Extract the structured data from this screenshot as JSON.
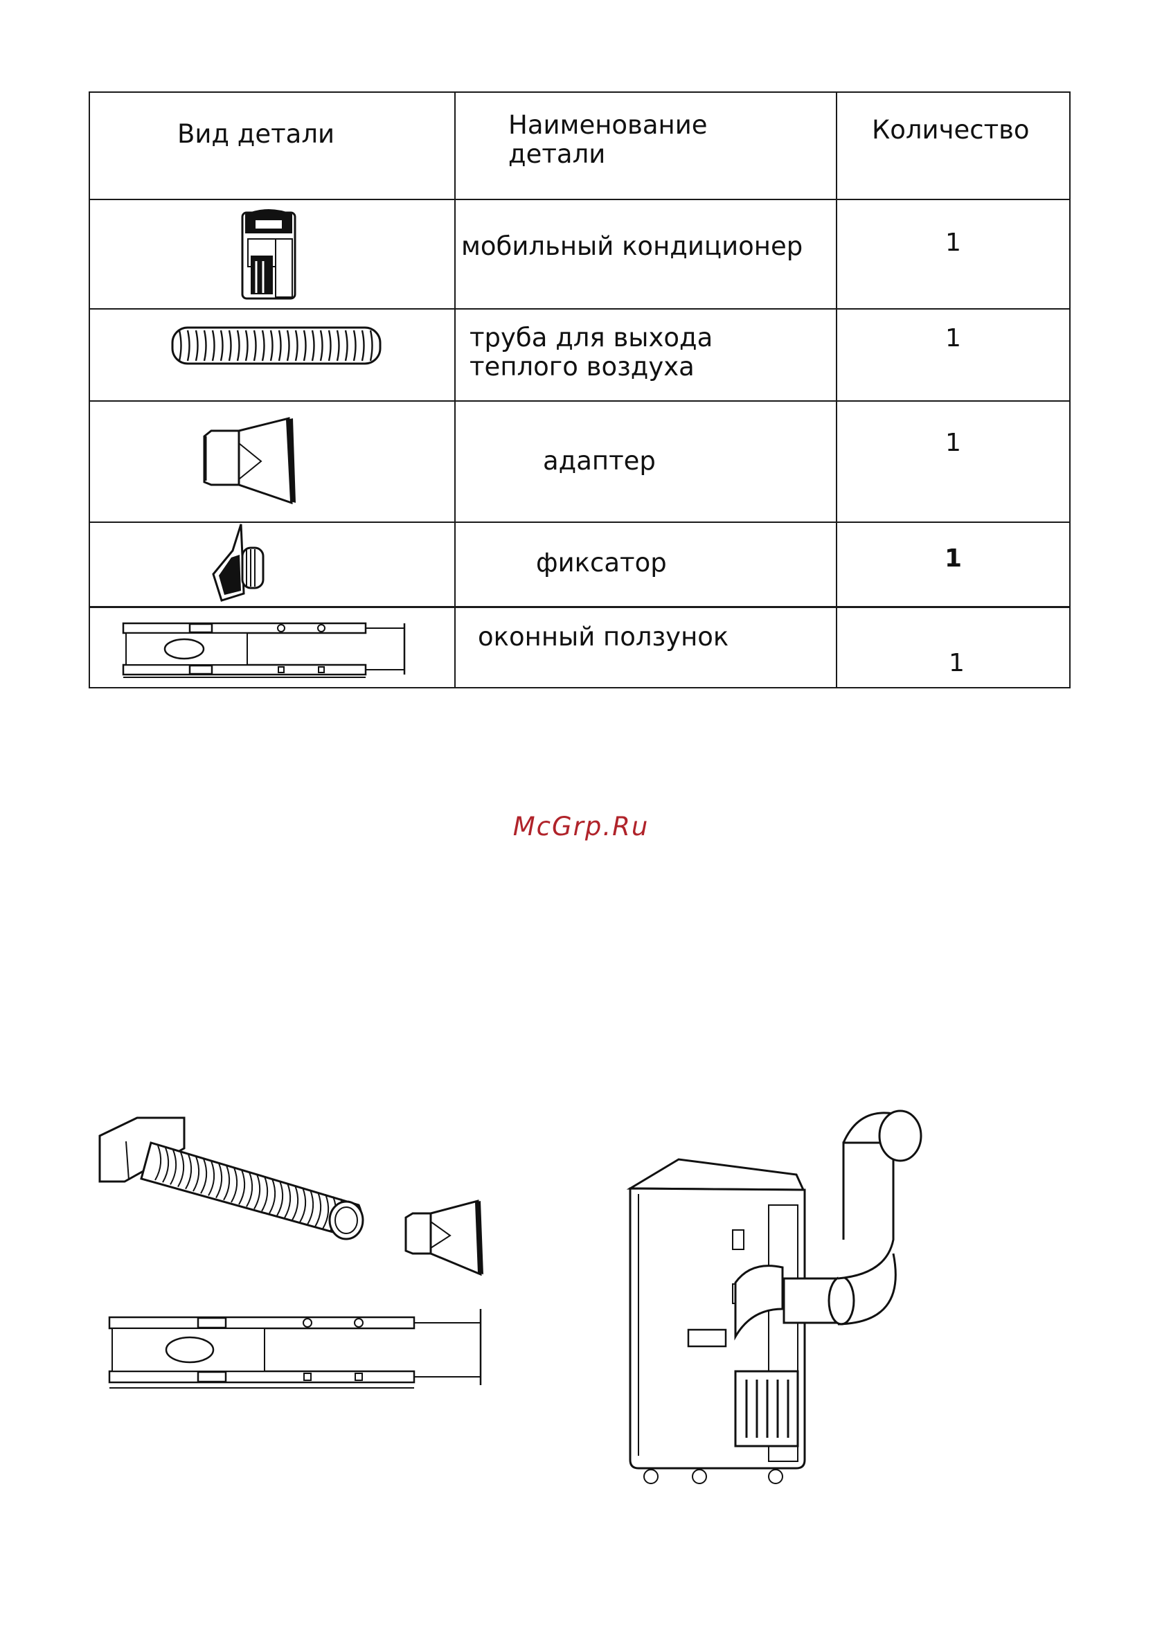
{
  "table": {
    "headers": {
      "image": "Вид детали",
      "name": "Наименование\nдетали",
      "qty": "Количество"
    },
    "rows": [
      {
        "name": "мобильный кондиционер",
        "qty": "1",
        "icon": "air-conditioner-icon"
      },
      {
        "name": "труба для выхода\nтеплого воздуха",
        "qty": "1",
        "icon": "exhaust-hose-icon"
      },
      {
        "name": "адаптер",
        "qty": "1",
        "icon": "adapter-icon"
      },
      {
        "name": "фиксатор",
        "qty": "1",
        "icon": "clamp-icon"
      },
      {
        "name": "оконный ползунок",
        "qty": "1",
        "icon": "window-slider-icon"
      }
    ]
  },
  "watermark": {
    "text": "McGrp.Ru",
    "color": "#b0232a"
  }
}
